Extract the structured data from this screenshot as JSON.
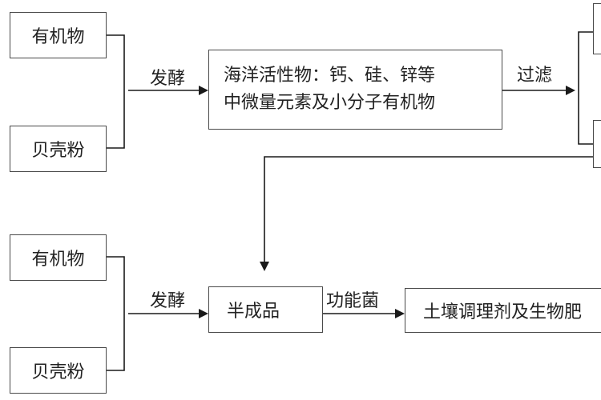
{
  "top_group": {
    "input_a": "有机物",
    "input_b": "贝壳粉",
    "process_label": "发酵",
    "result_line1": "海洋活性物：钙、硅、锌等",
    "result_line2": "中微量元素及小分子有机物",
    "next_label": "过滤"
  },
  "bottom_group": {
    "input_a": "有机物",
    "input_b": "贝壳粉",
    "process_label": "发酵",
    "intermediate": "半成品",
    "additive_label": "功能菌",
    "product": "土壤调理剂及生物肥"
  },
  "colors": {
    "line": "#1a1a1a",
    "border": "#4a4a4a",
    "text": "#222222"
  }
}
